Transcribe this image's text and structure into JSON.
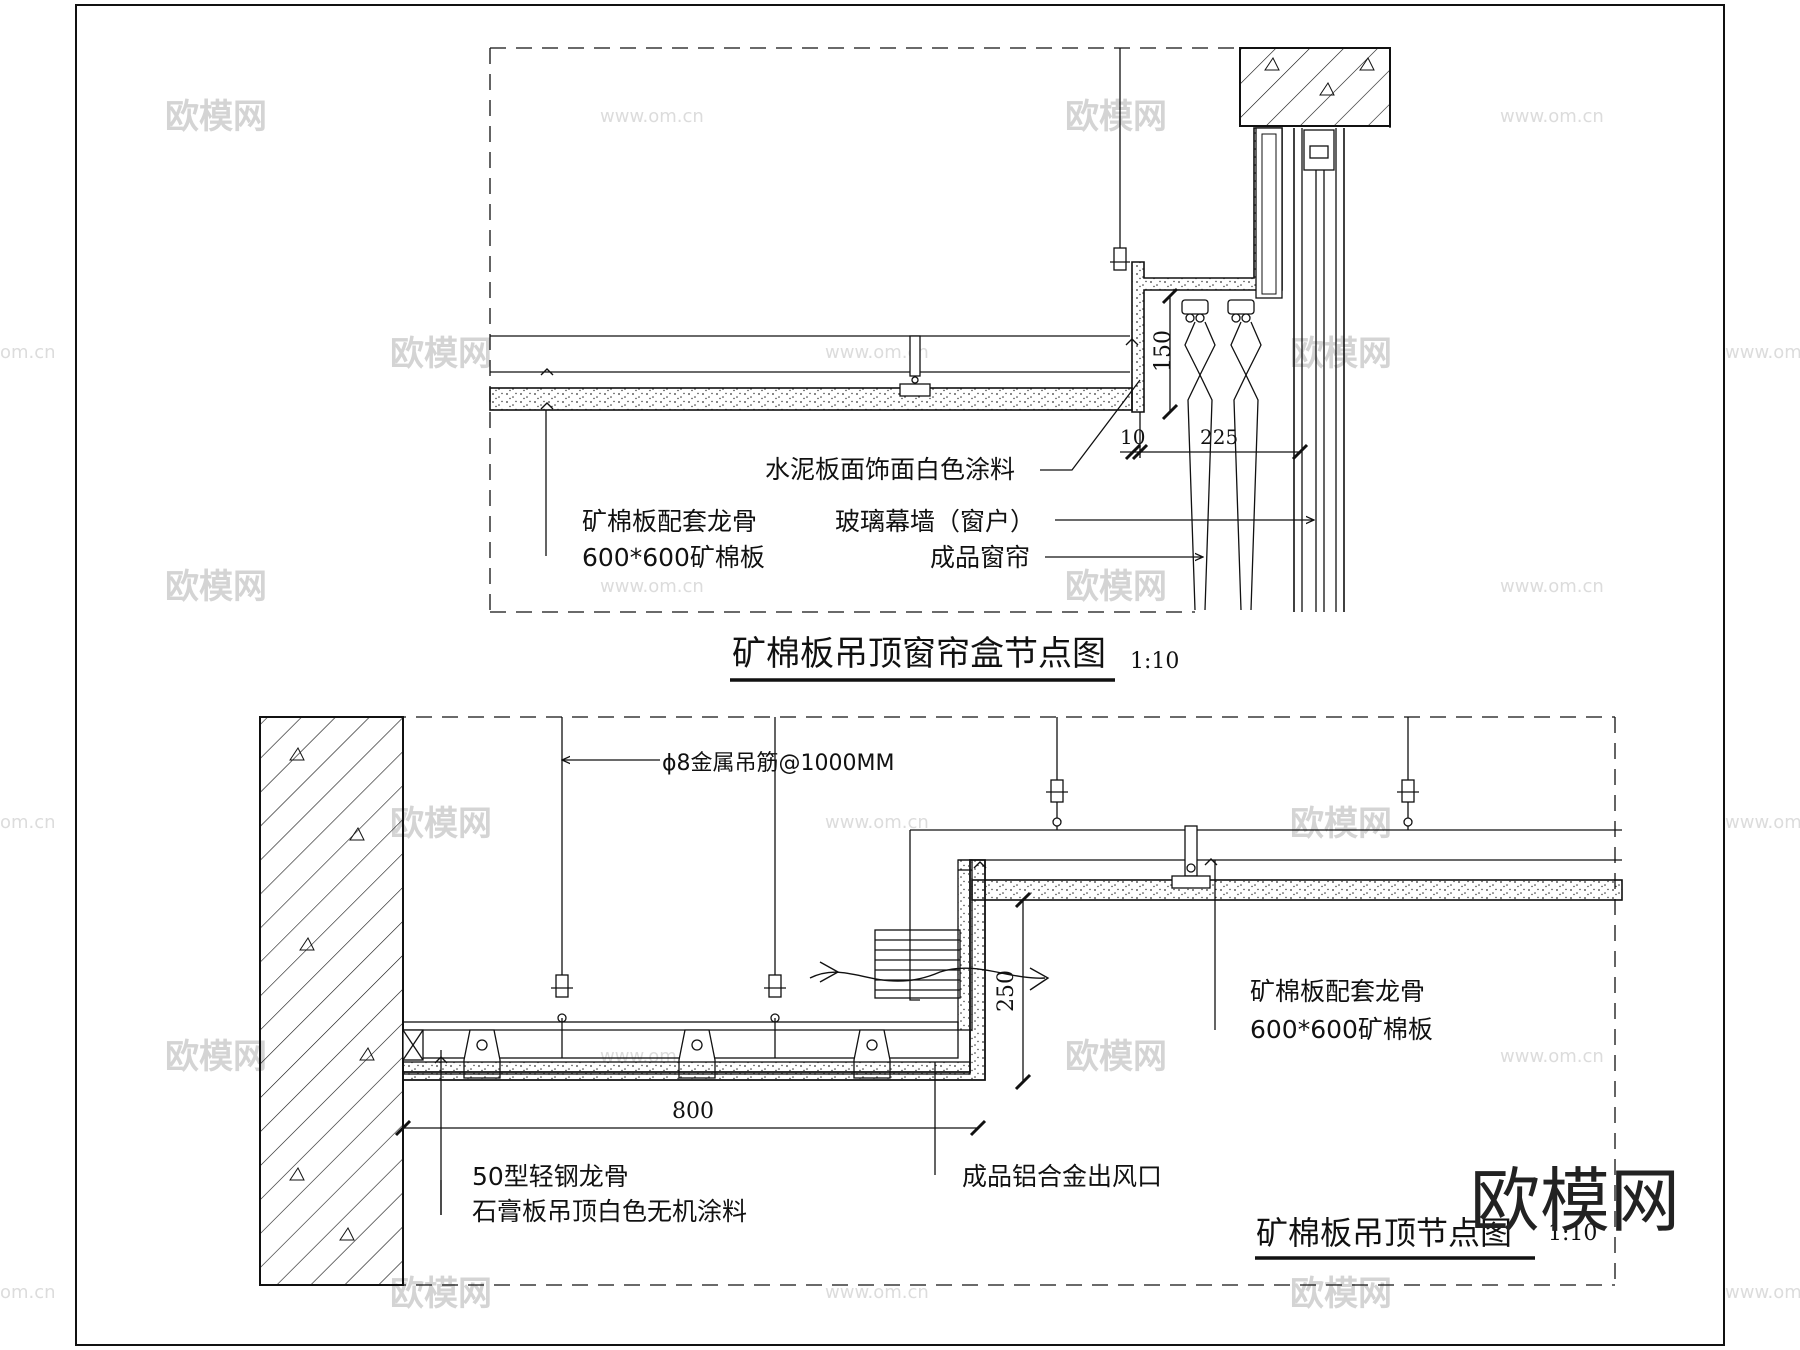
{
  "detail_top": {
    "title": "矿棉板吊顶窗帘盒节点图",
    "scale": "1:10",
    "dims": {
      "h150": "150",
      "w10": "10",
      "w225": "225"
    },
    "labels": {
      "cement_board": "水泥板面饰面白色涂料",
      "keel": "矿棉板配套龙骨",
      "glass_wall": "玻璃幕墙（窗户）",
      "board": "600*600矿棉板",
      "curtain": "成品窗帘"
    }
  },
  "detail_bottom": {
    "title": "矿棉板吊顶节点图",
    "scale": "1:10",
    "dims": {
      "w800": "800",
      "h250": "250"
    },
    "labels": {
      "rod": "ϕ8金属吊筋@1000MM",
      "keel": "矿棉板配套龙骨",
      "board": "600*600矿棉板",
      "steel_keel": "50型轻钢龙骨",
      "gypsum": "石膏板吊顶白色无机涂料",
      "vent": "成品铝合金出风口"
    }
  },
  "watermark": {
    "brand": "欧模网",
    "url": "www.om.cn",
    "url_cut": "om.cn"
  },
  "logo": {
    "text": "欧模网"
  }
}
